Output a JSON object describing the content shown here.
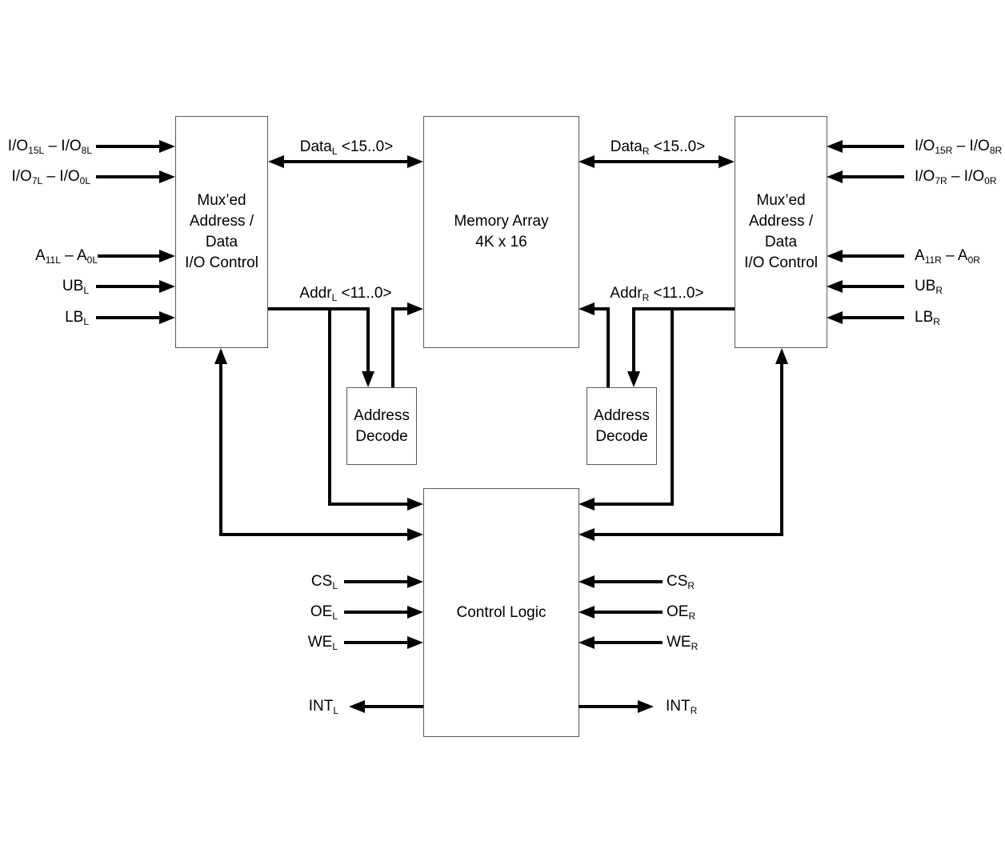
{
  "diagram": {
    "title": "Dual-port RAM block diagram",
    "colors": {
      "wire": "#000000",
      "block_border": "#595959",
      "background": "#ffffff",
      "text": "#000000"
    },
    "blocks": {
      "left_io": {
        "lines": [
          "Mux’ed",
          "Address /",
          "Data",
          "I/O Control"
        ]
      },
      "memory": {
        "lines": [
          "Memory Array",
          "4K x 16"
        ]
      },
      "right_io": {
        "lines": [
          "Mux’ed",
          "Address /",
          "Data",
          "I/O Control"
        ]
      },
      "decode_left": {
        "lines": [
          "Address",
          "Decode"
        ]
      },
      "decode_right": {
        "lines": [
          "Address",
          "Decode"
        ]
      },
      "control": {
        "lines": [
          "Control Logic"
        ]
      }
    },
    "signals": {
      "left": {
        "io_high": "I/O_{15L} – I/O_{8L}",
        "io_low": "I/O_{7L} – I/O_{0L}",
        "addr": "A_{11L} – A_{0L}",
        "ub": "UB_{L}",
        "lb": "LB_{L}",
        "cs": "CS_{L}",
        "oe": "OE_{L}",
        "we": "WE_{L}",
        "int": "INT_{L}"
      },
      "right": {
        "io_high": "I/O_{15R} – I/O_{8R}",
        "io_low": "I/O_{7R} – I/O_{0R}",
        "addr": "A_{11R} – A_{0R}",
        "ub": "UB_{R}",
        "lb": "LB_{R}",
        "cs": "CS_{R}",
        "oe": "OE_{R}",
        "we": "WE_{R}",
        "int": "INT_{R}"
      },
      "buses": {
        "data_l": "Data_{L} <15..0>",
        "addr_l": "Addr_{L} <11..0>",
        "data_r": "Data_{R} <15..0>",
        "addr_r": "Addr_{R} <11..0>"
      }
    }
  }
}
